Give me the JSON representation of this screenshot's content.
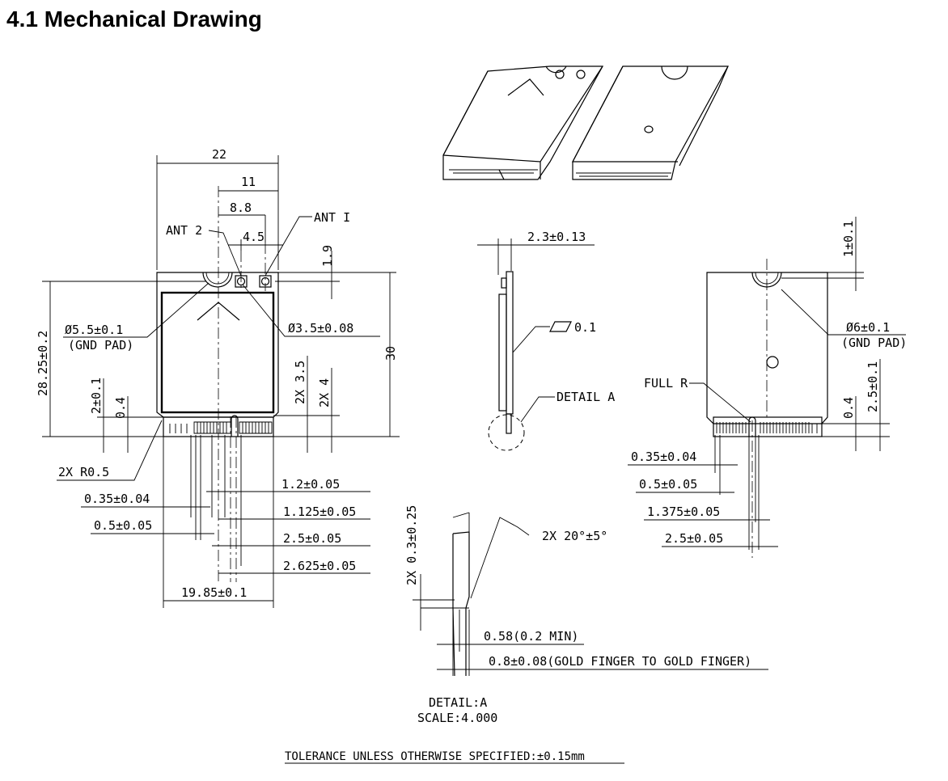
{
  "title": "4.1 Mechanical Drawing",
  "front_view": {
    "width": "22",
    "ant_offset": "11",
    "ant_spacing_1": "8.8",
    "ant_spacing_2": "4.5",
    "ant2_label": "ANT 2",
    "ant1_label": "ANT I",
    "ant_height": "1.9",
    "gnd_pad": "Ø5.5±0.1",
    "gnd_pad_note": "(GND PAD)",
    "ant_hole": "Ø3.5±0.08",
    "height_total": "28.25±0.2",
    "height_30": "30",
    "dim_2": "2±0.1",
    "dim_04": "0.4",
    "dim_2x35": "2X 3.5",
    "dim_2x4": "2X 4",
    "corner_r": "2X R0.5",
    "dims_left": [
      "0.35±0.04",
      "0.5±0.05"
    ],
    "dims_right": [
      "1.2±0.05",
      "1.125±0.05",
      "2.5±0.05",
      "2.625±0.05"
    ],
    "bottom_width": "19.85±0.1"
  },
  "side_view": {
    "thickness": "2.3±0.13",
    "flatness": "0.1",
    "detail_callout": "DETAIL A"
  },
  "detail_view": {
    "bevel_height": "2X 0.3±0.25",
    "bevel_angle": "2X 20°±5°",
    "min_thickness": "0.58(0.2 MIN)",
    "finger_thickness": "0.8±0.08(GOLD FINGER TO GOLD FINGER)",
    "caption_line1": "DETAIL:A",
    "caption_line2": "SCALE:4.000"
  },
  "back_view": {
    "hole_offset": "1±0.1",
    "gnd_pad": "Ø6±0.1",
    "gnd_pad_note": "(GND PAD)",
    "full_r": "FULL R",
    "dim_04": "0.4",
    "dim_25": "2.5±0.1",
    "dims": [
      "0.35±0.04",
      "0.5±0.05",
      "1.375±0.05",
      "2.5±0.05"
    ]
  },
  "tolerance_note": "TOLERANCE UNLESS OTHERWISE SPECIFIED:±0.15mm"
}
